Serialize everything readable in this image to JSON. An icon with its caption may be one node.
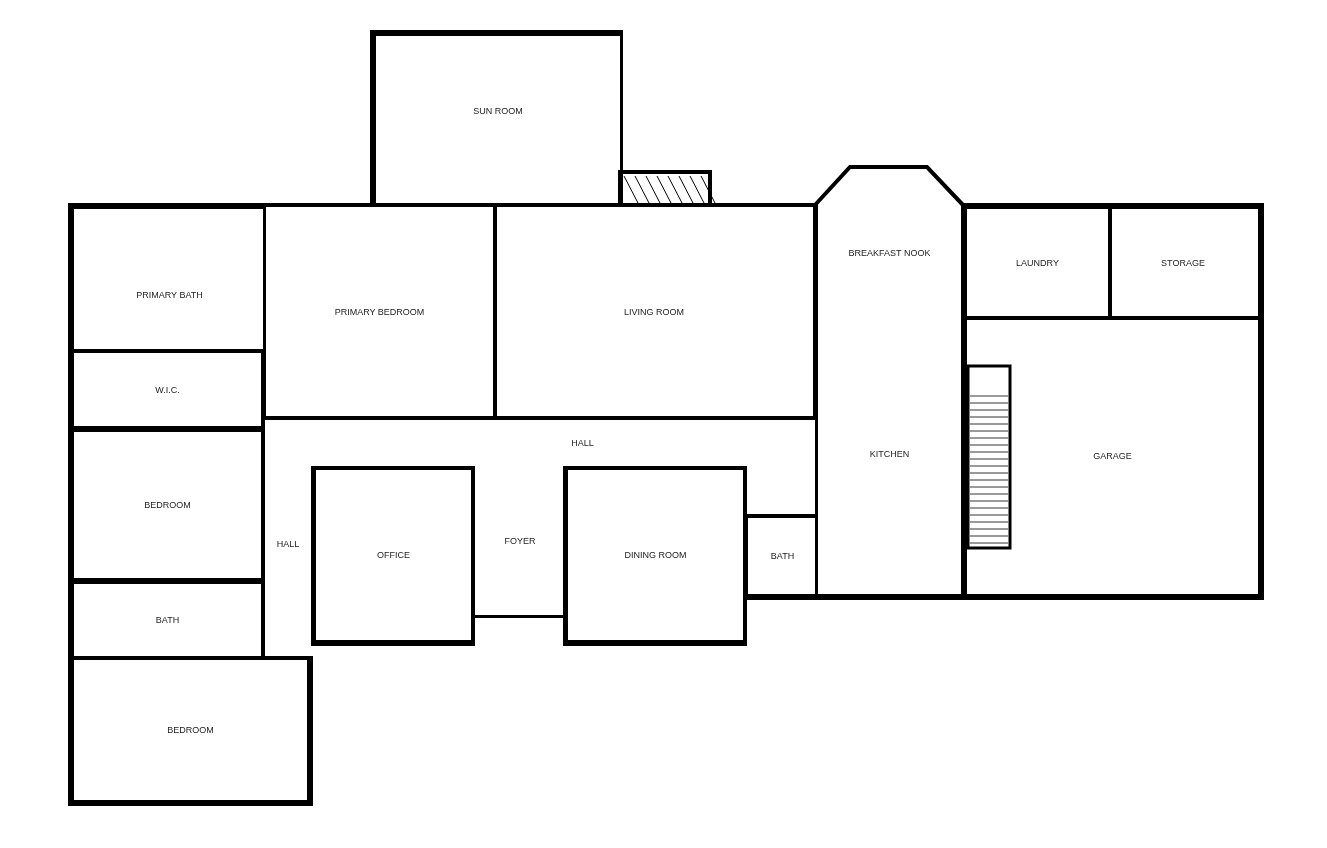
{
  "diagram": {
    "nodes": [
      {
        "text": [
          "SUN ROOM"
        ]
      },
      {
        "text": [
          "PRIMARY BATH"
        ]
      },
      {
        "text": [
          "PRIMARY BEDROOM"
        ]
      },
      {
        "text": [
          "LIVING ROOM"
        ]
      },
      {
        "text": [
          "BREAKFAST NOOK"
        ]
      },
      {
        "text": [
          "LAUNDRY"
        ]
      },
      {
        "text": [
          "STORAGE"
        ]
      },
      {
        "text": [
          "W.I.C."
        ]
      },
      {
        "text": [
          "HALL"
        ]
      },
      {
        "text": [
          "KITCHEN"
        ]
      },
      {
        "text": [
          "GARAGE"
        ]
      },
      {
        "text": [
          "BEDROOM"
        ]
      },
      {
        "text": [
          "HALL"
        ]
      },
      {
        "text": [
          "OFFICE"
        ]
      },
      {
        "text": [
          "FOYER"
        ]
      },
      {
        "text": [
          "DINING ROOM"
        ]
      },
      {
        "text": [
          "BATH"
        ]
      },
      {
        "text": [
          "BATH"
        ]
      },
      {
        "text": [
          "BEDROOM"
        ]
      }
    ]
  }
}
